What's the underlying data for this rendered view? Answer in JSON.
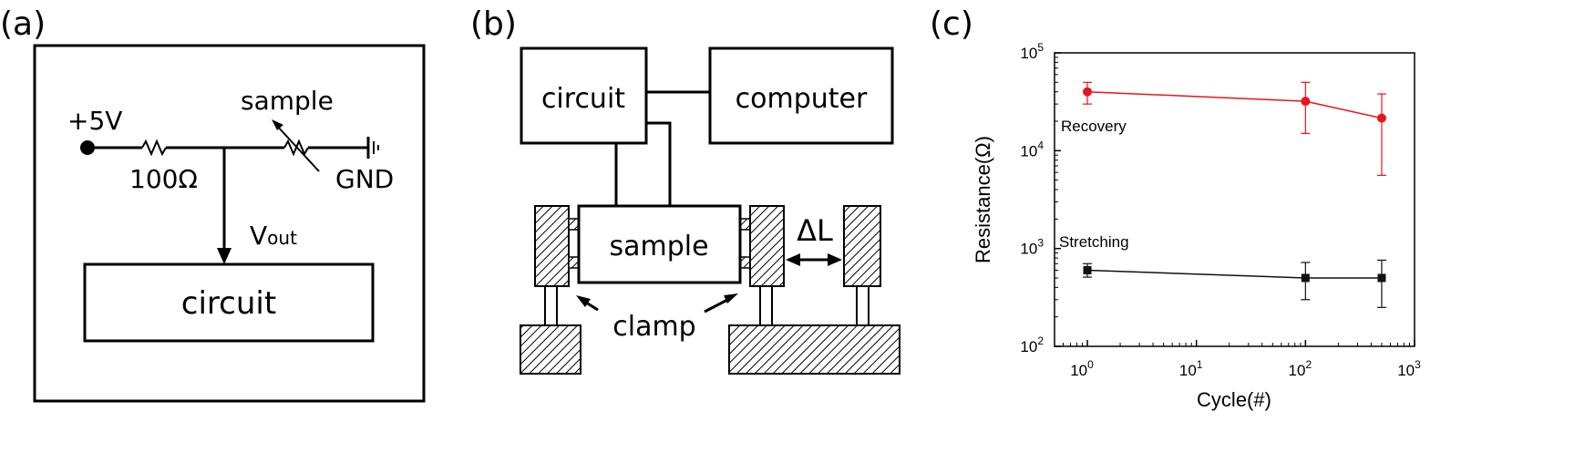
{
  "panels": {
    "a": {
      "label": "(a)",
      "source": "+5V",
      "resistor": "100Ω",
      "sample": "sample",
      "ground": "GND",
      "vout_main": "V",
      "vout_sub": "out",
      "circuit": "circuit"
    },
    "b": {
      "label": "(b)",
      "circuit": "circuit",
      "computer": "computer",
      "sample": "sample",
      "delta": "ΔL",
      "clamp": "clamp"
    },
    "c": {
      "label": "(c)"
    }
  },
  "chart_data": {
    "type": "scatter",
    "xlabel": "Cycle(#)",
    "ylabel": "Resistance(Ω)",
    "xscale": "log",
    "yscale": "log",
    "xlim": [
      0.5,
      1000
    ],
    "ylim": [
      100,
      100000
    ],
    "xticks": [
      {
        "value": 1,
        "base": "10",
        "exp": "0"
      },
      {
        "value": 10,
        "base": "10",
        "exp": "1"
      },
      {
        "value": 100,
        "base": "10",
        "exp": "2"
      },
      {
        "value": 1000,
        "base": "10",
        "exp": "3"
      }
    ],
    "yticks": [
      {
        "value": 100,
        "base": "10",
        "exp": "2"
      },
      {
        "value": 1000,
        "base": "10",
        "exp": "3"
      },
      {
        "value": 10000,
        "base": "10",
        "exp": "4"
      },
      {
        "value": 100000,
        "base": "10",
        "exp": "5"
      }
    ],
    "series": [
      {
        "name": "Recovery",
        "color": "#e8141e",
        "marker": "circle",
        "x": [
          1,
          100,
          500
        ],
        "y": [
          40000,
          32000,
          21500
        ],
        "err_low": [
          30000,
          15000,
          5600
        ],
        "err_high": [
          50000,
          50000,
          38000
        ]
      },
      {
        "name": "Stretching",
        "color": "#111111",
        "marker": "square",
        "x": [
          1,
          100,
          500
        ],
        "y": [
          600,
          500,
          500
        ],
        "err_low": [
          510,
          300,
          250
        ],
        "err_high": [
          700,
          720,
          760
        ]
      }
    ]
  }
}
